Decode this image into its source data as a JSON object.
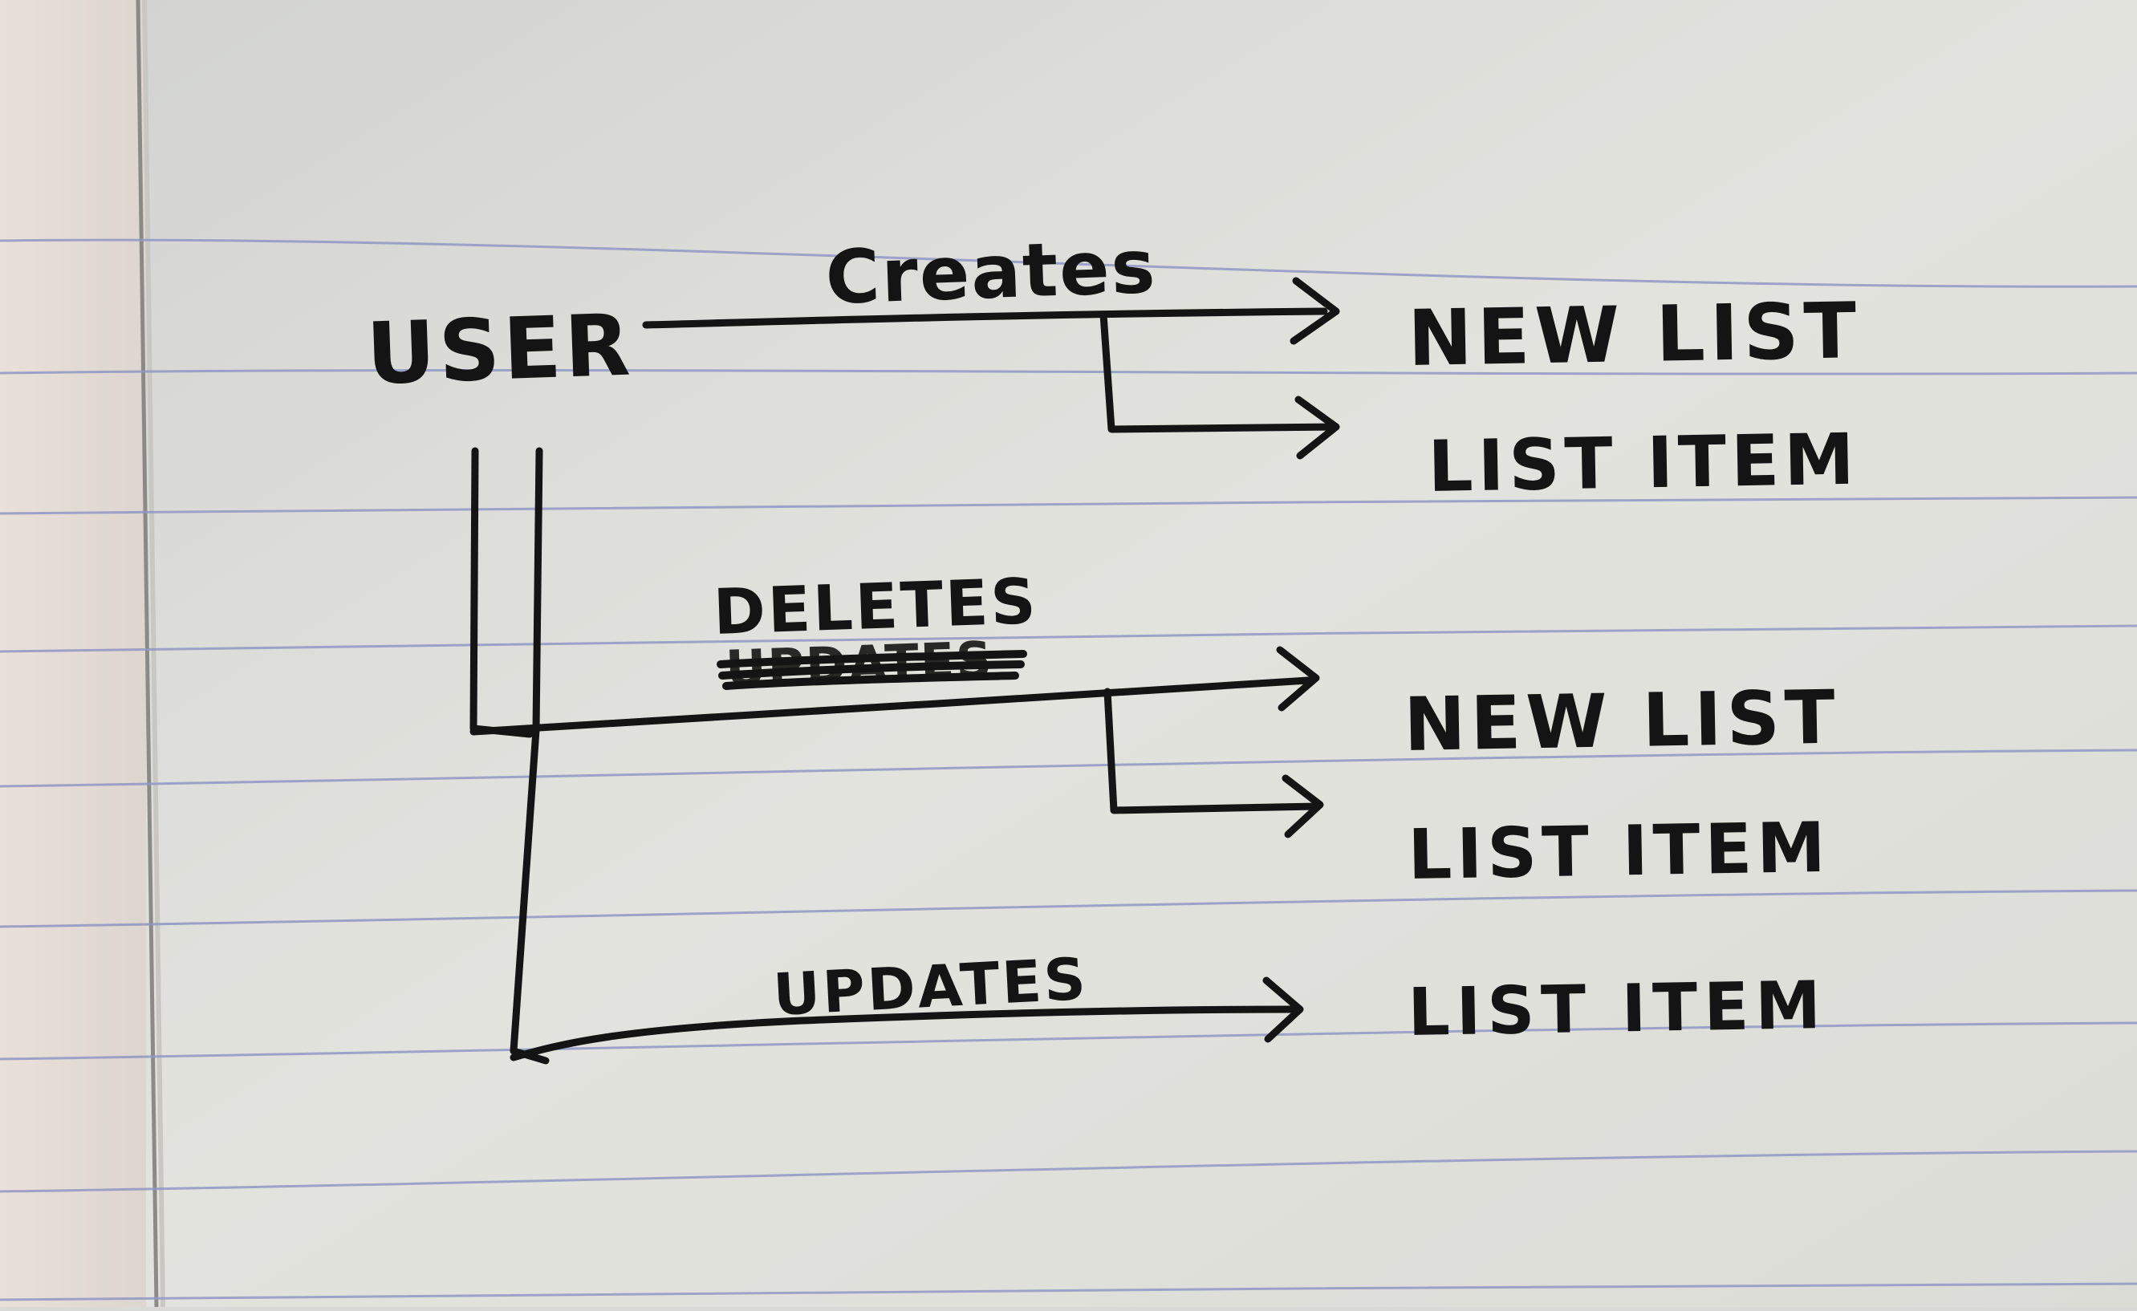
{
  "diagram": {
    "source_node": "USER",
    "actions": [
      {
        "verb": "Creates",
        "targets": [
          "NEW LIST",
          "LIST ITEM"
        ]
      },
      {
        "verb": "DELETES",
        "struck_verb": "UPDATES",
        "targets": [
          "NEW LIST",
          "LIST ITEM"
        ]
      },
      {
        "verb": "UPDATES",
        "targets": [
          "LIST ITEM"
        ]
      }
    ]
  },
  "colors": {
    "ink": "#141414",
    "paper": "#e4e4df",
    "left_page": "#e7dfd8",
    "rule_line": "#8f96c4"
  }
}
